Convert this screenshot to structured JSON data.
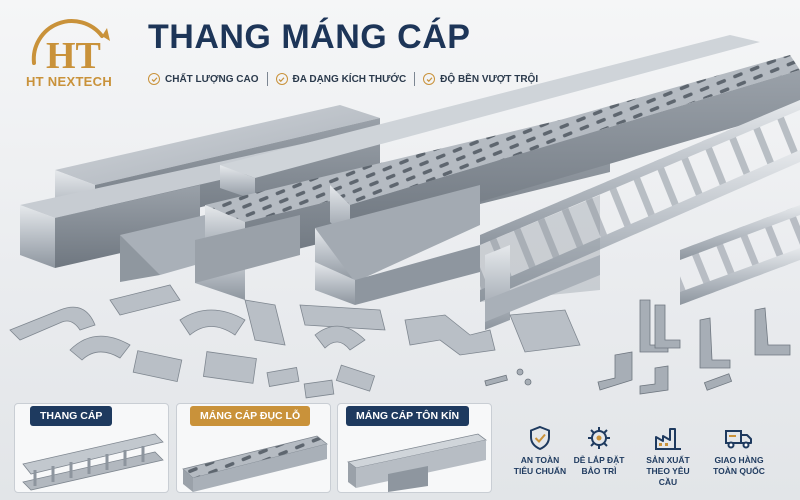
{
  "brand": {
    "initials": "HT",
    "name": "HT NEXTECH",
    "accent": "#c9923a",
    "navy": "#1e3a5f"
  },
  "headline": "THANG MÁNG CÁP",
  "features": [
    {
      "icon": "check-circle-icon",
      "label": "CHẤT LƯỢNG CAO"
    },
    {
      "icon": "check-circle-icon",
      "label": "ĐA DẠNG KÍCH THƯỚC"
    },
    {
      "icon": "check-circle-icon",
      "label": "ĐỘ BỀN VƯỢT TRỘI"
    }
  ],
  "products": [
    {
      "label": "THANG CÁP",
      "style": "navy"
    },
    {
      "label": "MÁNG CÁP ĐỤC LỖ",
      "style": "gold"
    },
    {
      "label": "MÁNG CÁP TÔN KÍN",
      "style": "navy"
    }
  ],
  "benefits": [
    {
      "icon": "shield-check-icon",
      "line1": "AN TOÀN",
      "line2": "TIÊU CHUẨN"
    },
    {
      "icon": "gear-icon",
      "line1": "DỄ LẮP ĐẶT",
      "line2": "BẢO TRÌ"
    },
    {
      "icon": "factory-icon",
      "line1": "SẢN XUẤT",
      "line2": "THEO YÊU CẦU"
    },
    {
      "icon": "truck-icon",
      "line1": "GIAO HÀNG",
      "line2": "TOÀN QUỐC"
    }
  ]
}
